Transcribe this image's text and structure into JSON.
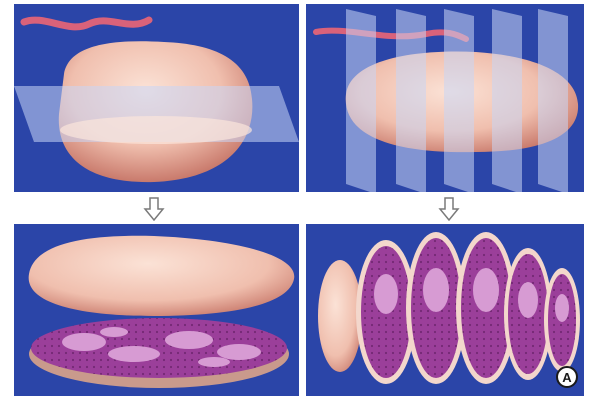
{
  "figure": {
    "panel_label": "A",
    "colors": {
      "background_blue": "#2b45a8",
      "tissue_pink": "#f3c9b8",
      "tissue_shadow": "#d9917f",
      "section_purple": "#9b3f9a",
      "section_light": "#d79bd3",
      "plane_color": "#c9d6f5",
      "arrow_color": "#7a7a7a"
    },
    "panels": [
      {
        "name": "single-plane-cut"
      },
      {
        "name": "serial-plane-cuts"
      },
      {
        "name": "single-section-result"
      },
      {
        "name": "serial-section-result"
      }
    ],
    "arrows": [
      "down-arrow-icon",
      "down-arrow-icon"
    ]
  }
}
